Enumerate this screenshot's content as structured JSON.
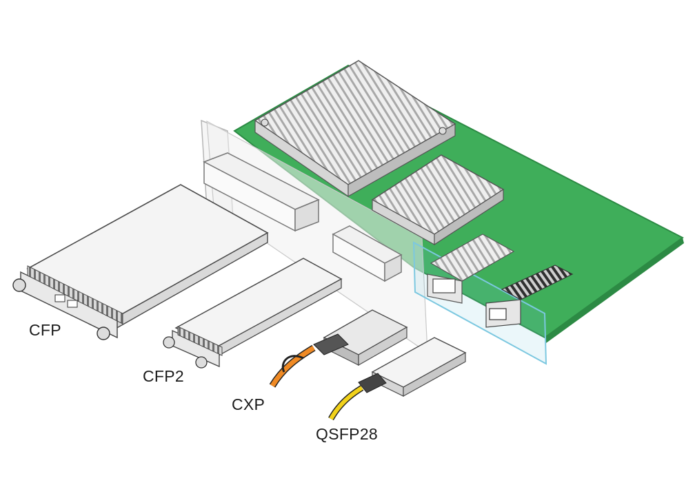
{
  "labels": {
    "cfp": "CFP",
    "cfp2": "CFP2",
    "cxp": "CXP",
    "qsfp28": "QSFP28"
  },
  "colors": {
    "pcb": "#3fae5a",
    "pcb_edge": "#2c8a44",
    "heatsink": "#e4e4e4",
    "module_body": "#f2f2f2",
    "outline": "#4a4a4a",
    "orange_cable": "#f08a24",
    "yellow_cable": "#f2d21b",
    "faceplate_highlight": "#7cc8e0"
  },
  "icons": {
    "cfp": "cfp-module-icon",
    "cfp2": "cfp2-module-icon",
    "cxp": "cxp-module-icon",
    "qsfp28": "qsfp28-module-icon",
    "board": "line-card-pcb-icon"
  }
}
